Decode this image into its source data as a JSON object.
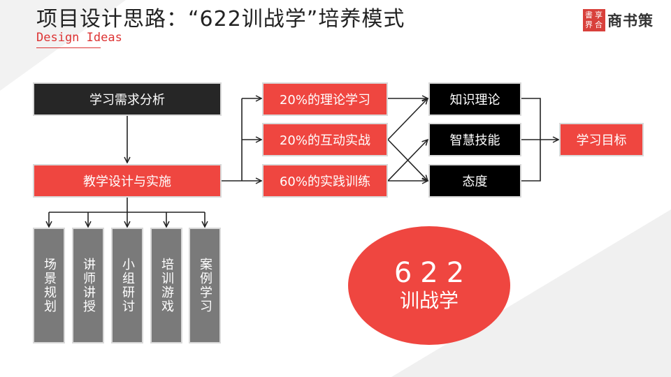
{
  "header": {
    "title": "项目设计思路：“622训战学”培养模式",
    "subtitle": "Design Ideas"
  },
  "logo": {
    "seal_chars": [
      "書",
      "享",
      "界",
      "合"
    ],
    "text": "商书策"
  },
  "colors": {
    "accent_red": "#ef4640",
    "dark": "#262626",
    "black": "#000000",
    "gray": "#7a7a7a"
  },
  "diagram": {
    "needs_analysis": "学习需求分析",
    "design_implement": "教学设计与实施",
    "methods": [
      "场景规划",
      "讲师讲授",
      "小组研讨",
      "培训游戏",
      "案例学习"
    ],
    "ratios": [
      "20%的理论学习",
      "20%的互动实战",
      "60%的实践训练"
    ],
    "outcomes": [
      "知识理论",
      "智慧技能",
      "态度"
    ],
    "goal": "学习目标",
    "badge": {
      "number": "622",
      "label": "训战学"
    }
  }
}
